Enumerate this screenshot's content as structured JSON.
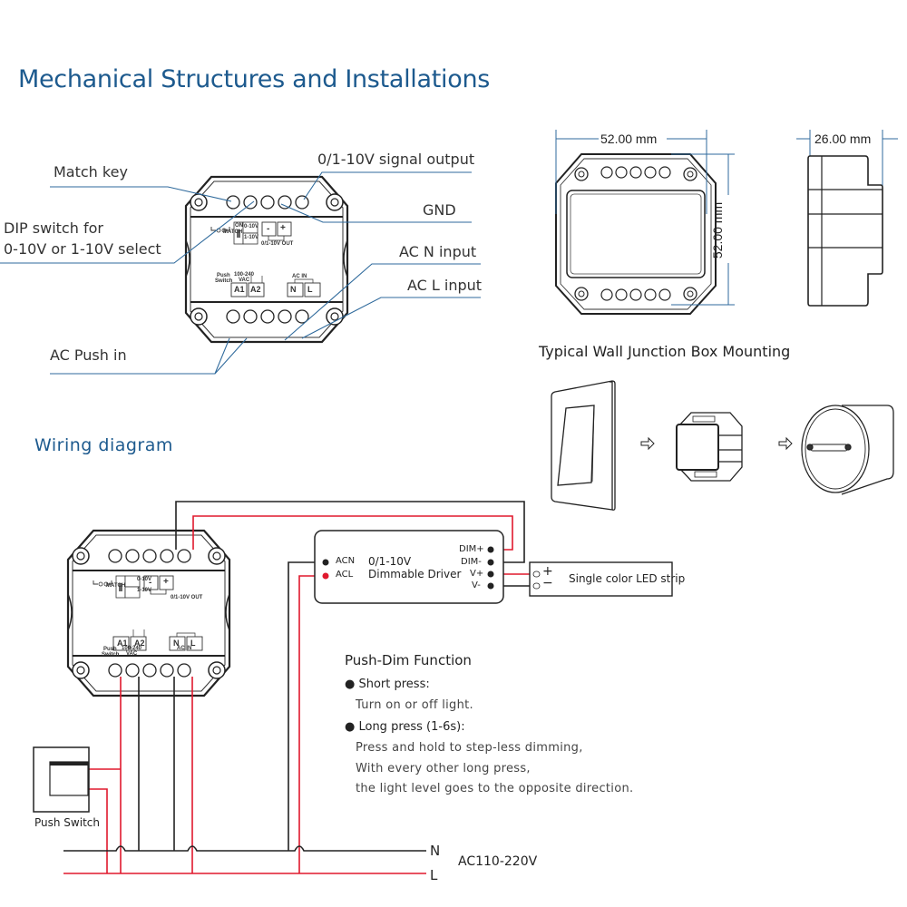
{
  "titles": {
    "mechanical": "Mechanical Structures and Installations",
    "wiring": "Wiring diagram",
    "mounting": "Typical Wall Junction Box Mounting"
  },
  "callouts": {
    "match_key": "Match key",
    "signal_output": "0/1-10V signal output",
    "gnd": "GND",
    "dip_line1": "DIP switch for",
    "dip_line2": "0-10V or 1-10V select",
    "ac_n": "AC N input",
    "ac_l": "AC L input",
    "ac_push": "AC Push in"
  },
  "module_labels": {
    "match": "MATCH",
    "on": "ON",
    "v0_10": "0-10V",
    "v1_10": "1-10V",
    "minus": "-",
    "plus": "+",
    "out": "0/1-10V OUT",
    "push": "Push",
    "switch": "Switch",
    "vac_range": "100-240",
    "vac": "VAC",
    "a1": "A1",
    "a2": "A2",
    "ac_in": "AC IN",
    "n": "N",
    "l": "L"
  },
  "dimensions": {
    "width": "52.00 mm",
    "height": "52.00 mm",
    "depth": "26.00 mm"
  },
  "driver": {
    "title_line1": "0/1-10V",
    "title_line2": "Dimmable Driver",
    "acn": "ACN",
    "acl": "ACL",
    "dim_plus": "DIM+",
    "dim_minus": "DIM-",
    "v_plus": "V+",
    "v_minus": "V-"
  },
  "led_strip": {
    "label": "Single color LED strip",
    "plus": "+",
    "minus": "−"
  },
  "push_switch": {
    "label": "Push Switch"
  },
  "mains": {
    "n": "N",
    "l": "L",
    "voltage": "AC110-220V"
  },
  "push_dim": {
    "title": "Push-Dim Function",
    "short_press_title": "● Short press:",
    "short_press_desc": "Turn on or off light.",
    "long_press_title": "● Long press (1-6s):",
    "long_press_desc": [
      "Press and hold to step-less dimming,",
      "With every other long press,",
      "the light level goes to the opposite direction."
    ]
  },
  "colors": {
    "heading": "#1d5a8e",
    "leader": "#2f6a9c",
    "wire_live": "#e0182d",
    "wire_neutral": "#222222"
  }
}
